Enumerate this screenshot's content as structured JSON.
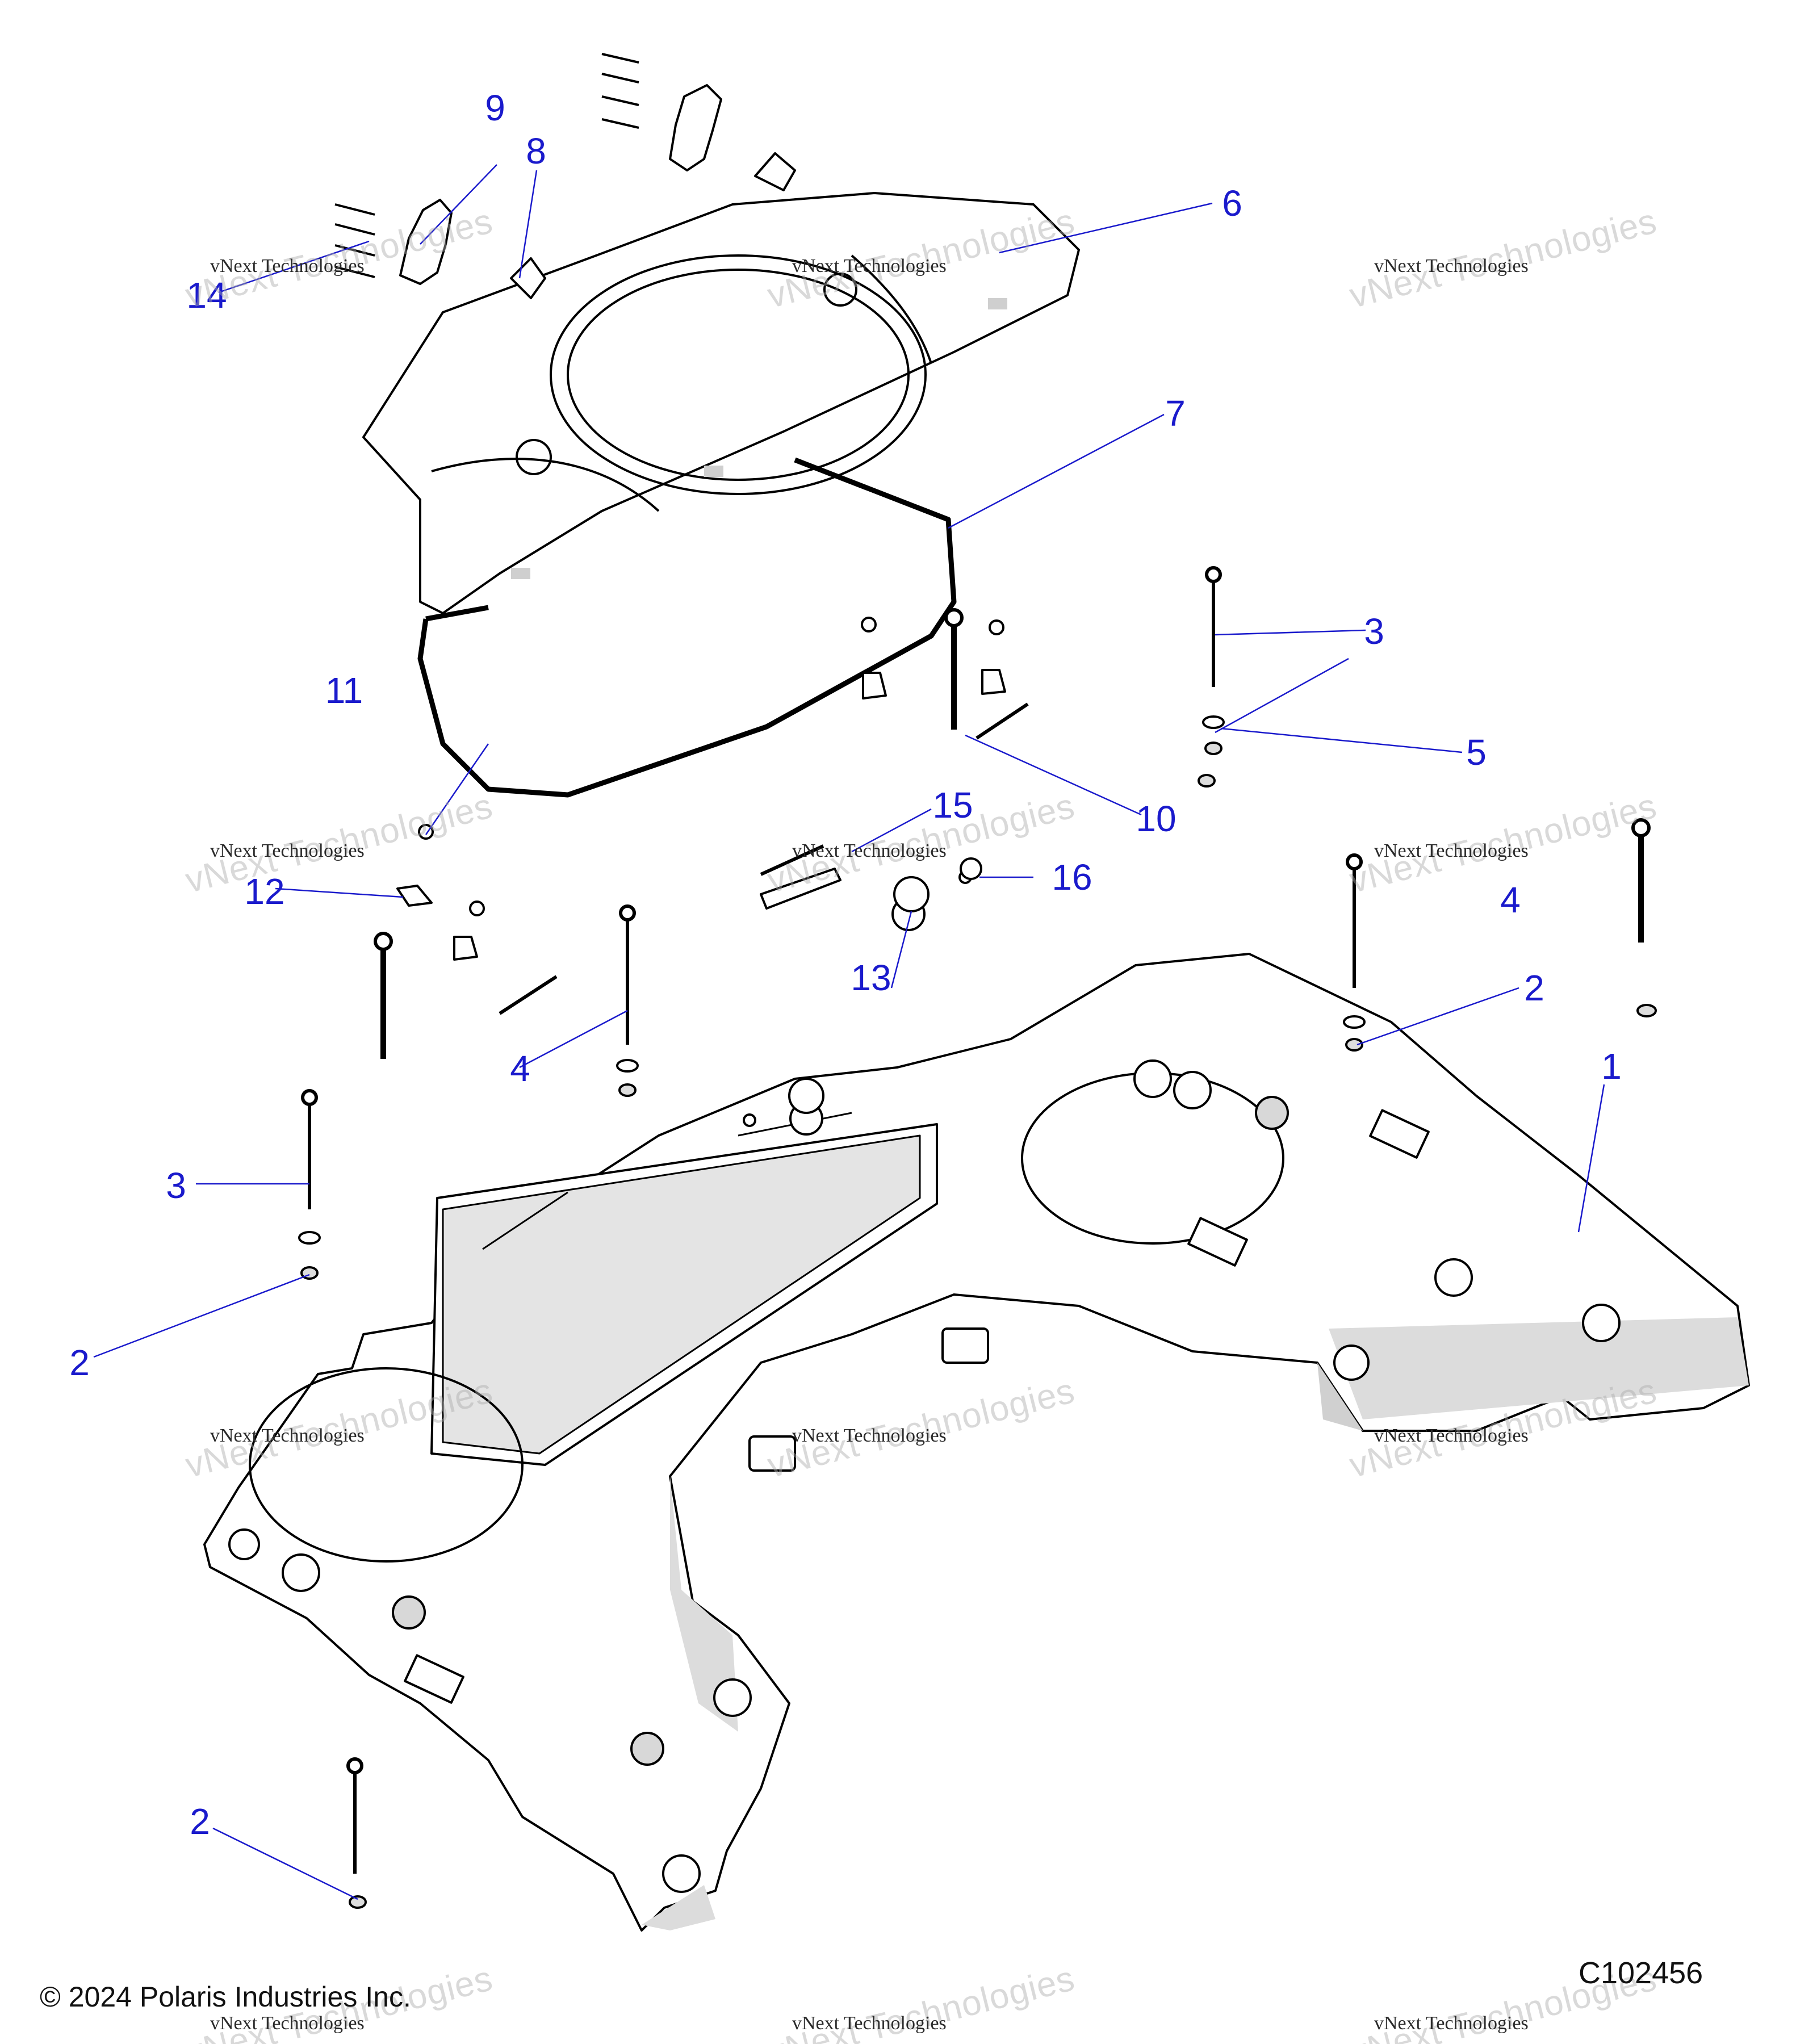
{
  "callouts": [
    {
      "id": "c1",
      "label": "1"
    },
    {
      "id": "c2a",
      "label": "2"
    },
    {
      "id": "c2b",
      "label": "2"
    },
    {
      "id": "c2c",
      "label": "2"
    },
    {
      "id": "c3a",
      "label": "3"
    },
    {
      "id": "c3b",
      "label": "3"
    },
    {
      "id": "c4a",
      "label": "4"
    },
    {
      "id": "c4b",
      "label": "4"
    },
    {
      "id": "c5",
      "label": "5"
    },
    {
      "id": "c6",
      "label": "6"
    },
    {
      "id": "c7",
      "label": "7"
    },
    {
      "id": "c8",
      "label": "8"
    },
    {
      "id": "c9",
      "label": "9"
    },
    {
      "id": "c10",
      "label": "10"
    },
    {
      "id": "c11",
      "label": "11"
    },
    {
      "id": "c12",
      "label": "12"
    },
    {
      "id": "c13",
      "label": "13"
    },
    {
      "id": "c14",
      "label": "14"
    },
    {
      "id": "c15",
      "label": "15"
    },
    {
      "id": "c16",
      "label": "16"
    }
  ],
  "watermark": {
    "line1": "vNext Technologies",
    "line2": "vNext\nTechnologies"
  },
  "footer": {
    "copyright": "© 2024 Polaris Industries Inc.",
    "figure_id": "C102456"
  },
  "colors": {
    "callout": "#1a1acc",
    "leader": "#1a1acc",
    "outline": "#000000",
    "shade": "#cfcfcf"
  }
}
